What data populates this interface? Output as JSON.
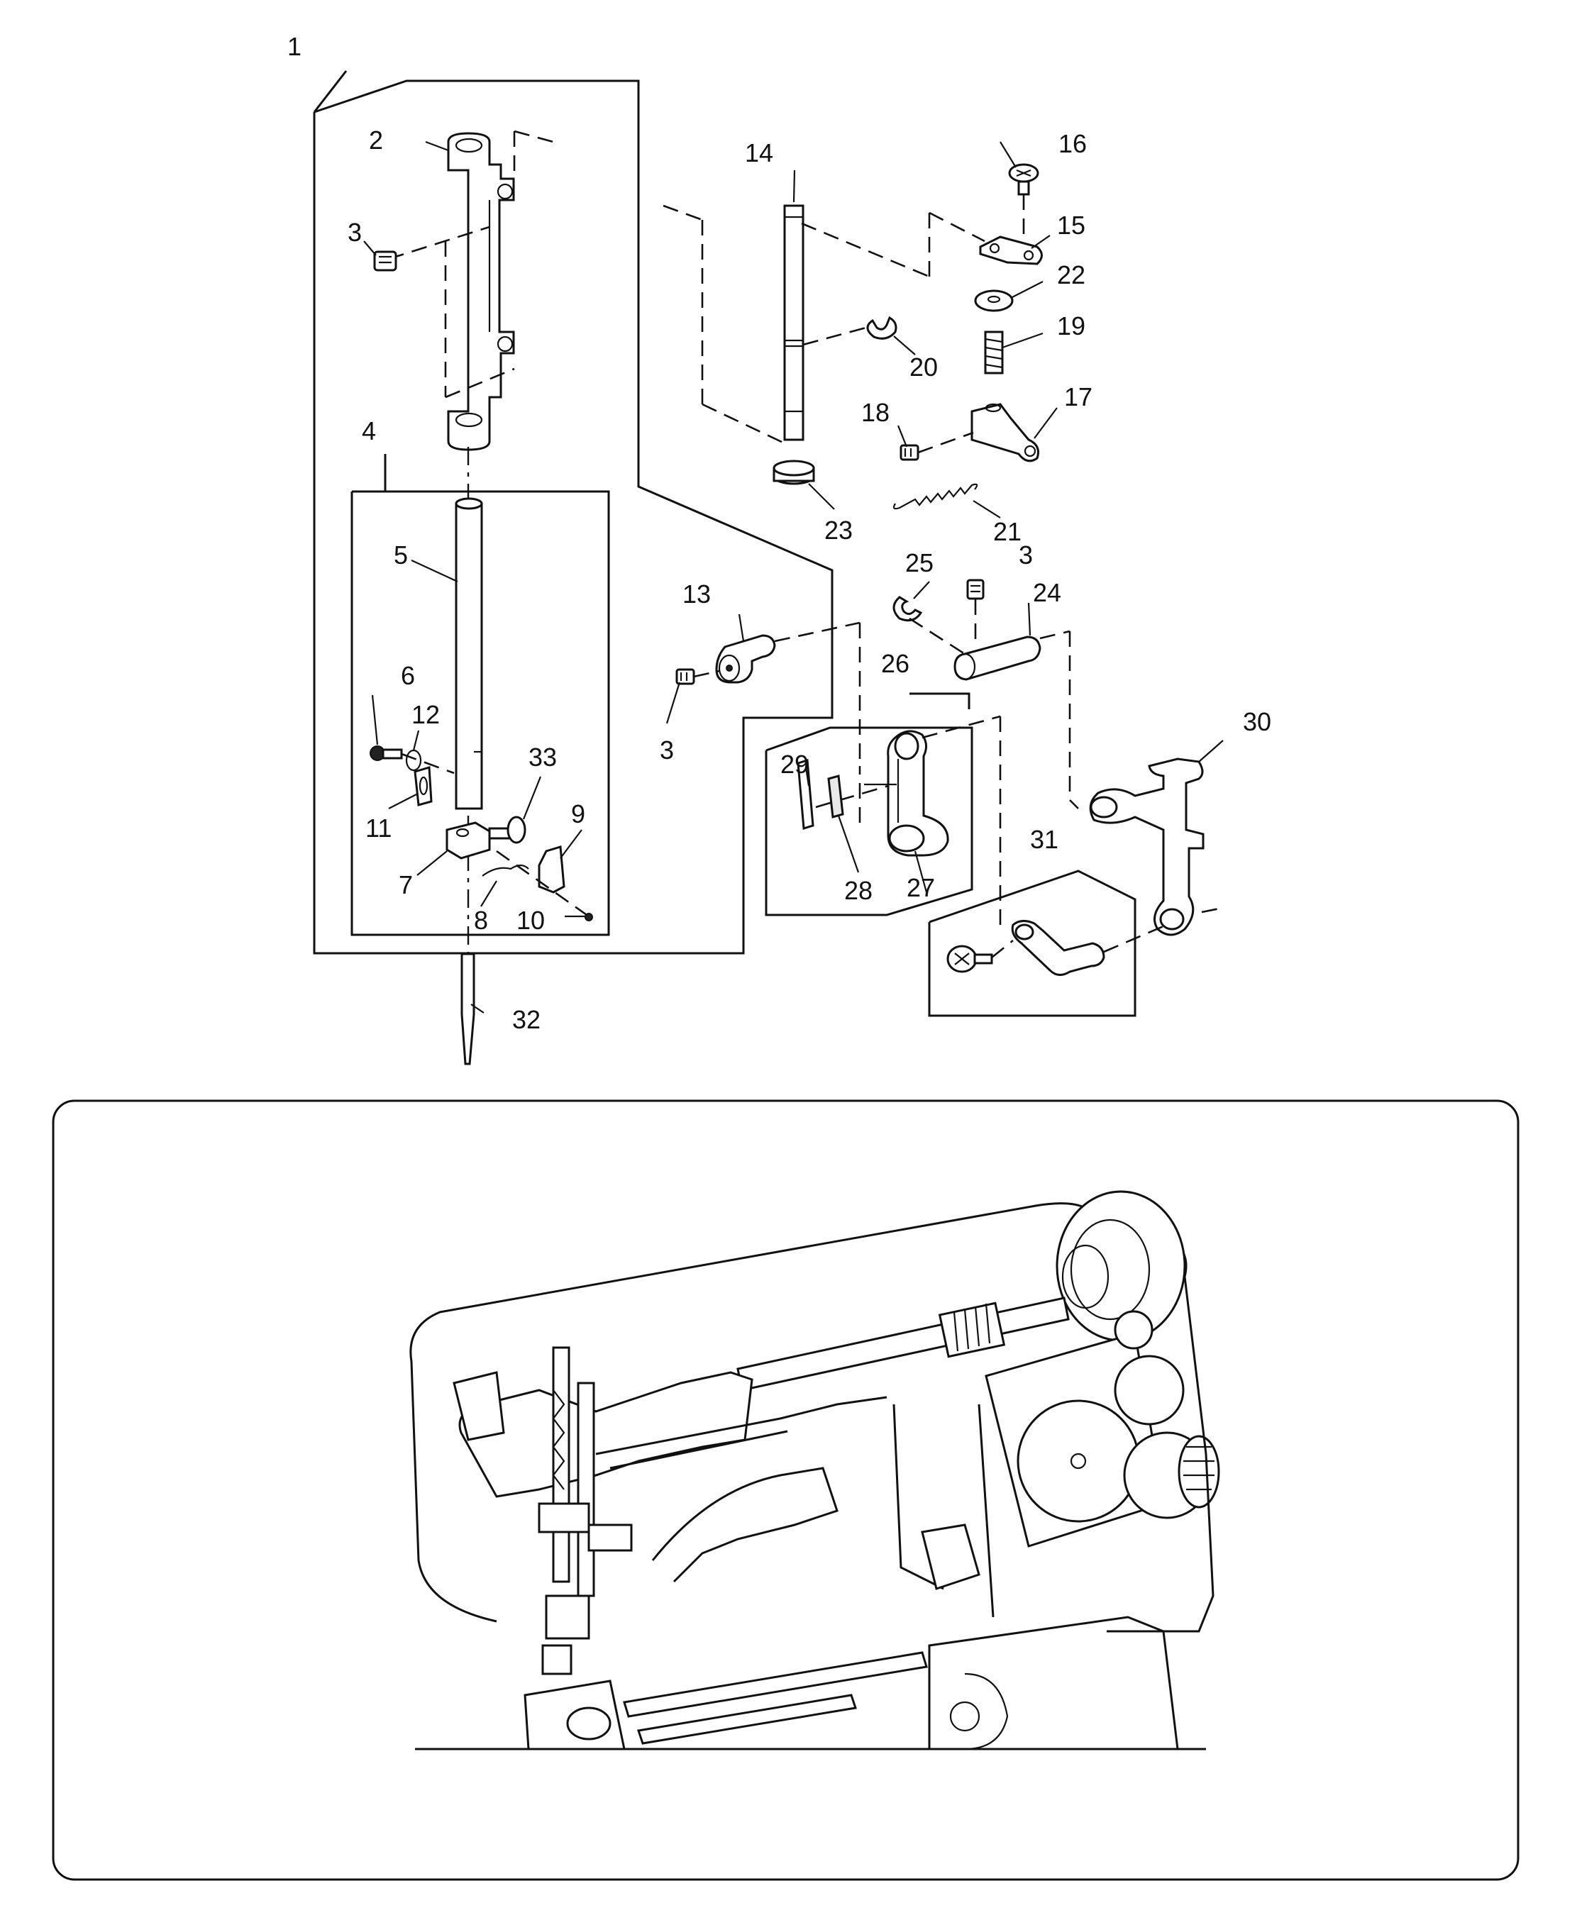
{
  "labels": {
    "n1": "1",
    "n2": "2",
    "n3a": "3",
    "n3b": "3",
    "n3c": "3",
    "n4": "4",
    "n5": "5",
    "n6": "6",
    "n7": "7",
    "n8": "8",
    "n9": "9",
    "n10": "10",
    "n11": "11",
    "n12": "12",
    "n13": "13",
    "n14": "14",
    "n15": "15",
    "n16": "16",
    "n17": "17",
    "n18": "18",
    "n19": "19",
    "n20": "20",
    "n21": "21",
    "n22": "22",
    "n23": "23",
    "n24": "24",
    "n25": "25",
    "n26": "26",
    "n27": "27",
    "n28": "28",
    "n29": "29",
    "n30": "30",
    "n31": "31",
    "n32": "32",
    "n33": "33"
  },
  "colors": {
    "ink": "#111111",
    "paper": "#ffffff",
    "shade": "#e9e9e9"
  }
}
